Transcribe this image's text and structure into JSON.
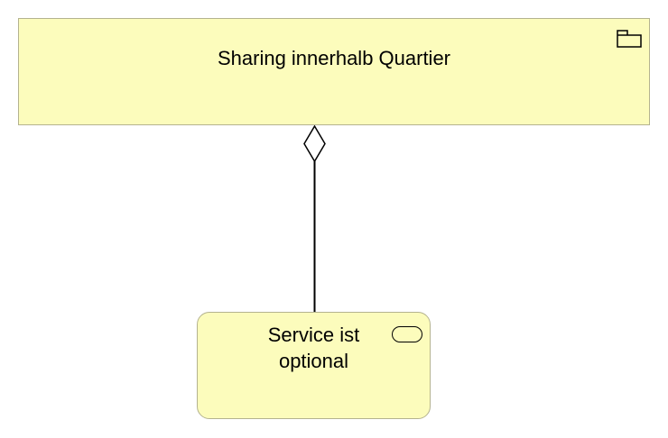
{
  "diagram": {
    "element_fill": "#fcfcbc",
    "element_border": "#b4b38f",
    "line_color": "#000000",
    "nodes": {
      "grouping": {
        "label": "Sharing innerhalb Quartier",
        "icon": "grouping-icon"
      },
      "service": {
        "label": "Service ist\noptional",
        "icon": "service-icon"
      }
    },
    "edges": [
      {
        "from": "service",
        "to": "grouping",
        "type": "aggregation",
        "marker": "hollow-diamond"
      }
    ]
  }
}
